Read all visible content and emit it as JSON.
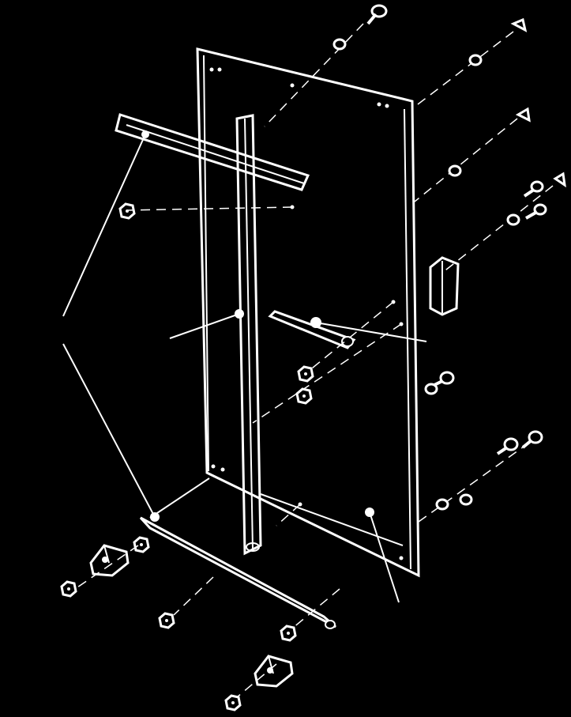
{
  "diagram": {
    "type": "exploded-assembly-line-drawing",
    "background": "#000000",
    "line_color": "#ffffff",
    "components": [
      "back-panel",
      "vertical-channel-rail",
      "top-angle-bracket",
      "bottom-angle-bracket",
      "center-slotted-bracket",
      "side-clamp-bracket",
      "mounting-foot-left",
      "mounting-foot-right",
      "screws",
      "washers",
      "hex-nuts"
    ]
  }
}
